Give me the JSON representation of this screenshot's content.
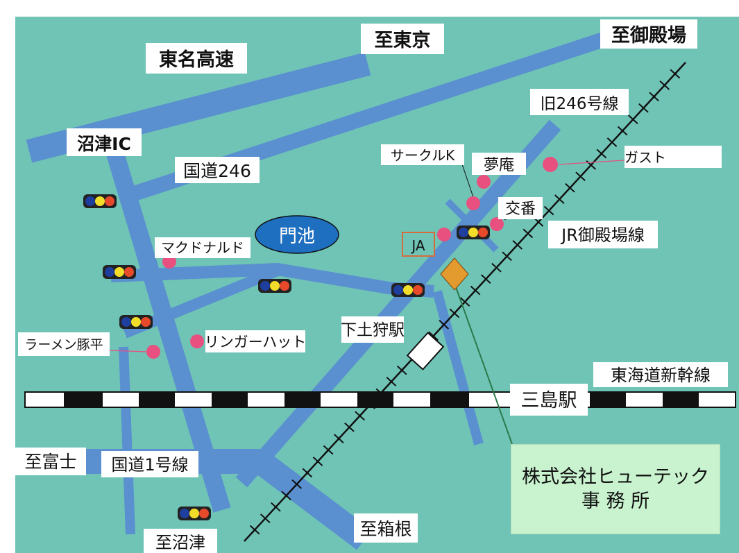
{
  "colors": {
    "land": "#6fc4b6",
    "road": "#5a8fd0",
    "pond": "#1f6fc0",
    "poi": "#e8507f",
    "rail": "#111111",
    "office_bg": "#c9f2cf",
    "traffic_blue": "#1f3f9f",
    "traffic_yellow": "#f2dd2a",
    "traffic_red": "#e64a2a"
  },
  "labels": {
    "tomei": "東名高速",
    "to_tokyo": "至東京",
    "to_gotemba": "至御殿場",
    "old246": "旧246号線",
    "numazu_ic": "沼津IC",
    "route246": "国道246",
    "pond": "門池",
    "jr_gotemba_line": "JR御殿場線",
    "shinkansen": "東海道新幹線",
    "mishima_station": "三島駅",
    "shimotogari_station": "下土狩駅",
    "to_fuji": "至富士",
    "route1": "国道1号線",
    "to_hakone": "至箱根",
    "to_numazu": "至沼津"
  },
  "poi": {
    "circle_k": "サークルK",
    "muan": "夢庵",
    "gusto": "ガスト",
    "koban": "交番",
    "mcdonalds": "マクドナルド",
    "ja": "JA",
    "ramen": "ラーメン豚平",
    "ringer_hut": "リンガーハット"
  },
  "office": {
    "line1": "株式会社ヒューテック",
    "line2": "事 務 所"
  }
}
